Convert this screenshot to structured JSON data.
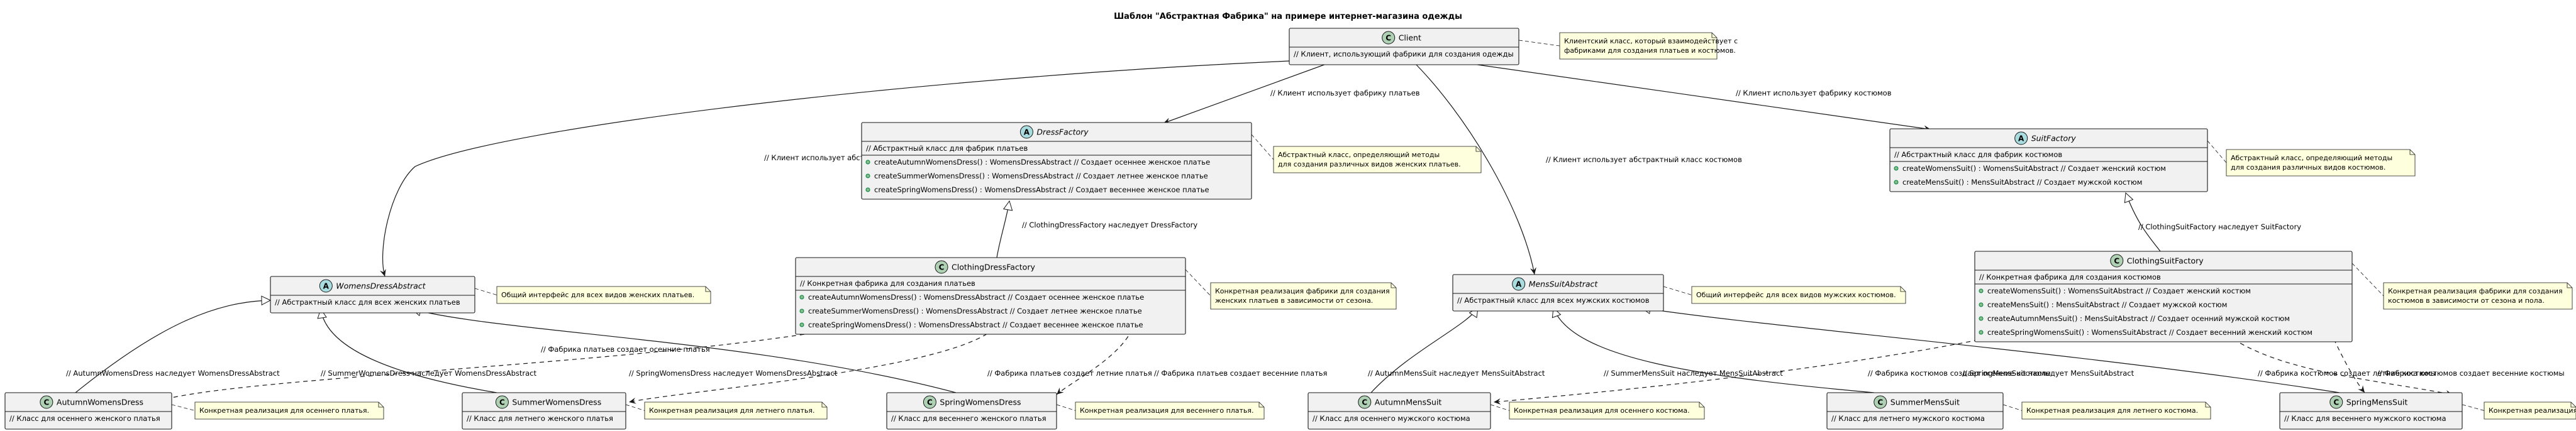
{
  "title": "Шаблон \"Абстрактная Фабрика\" на примере интернет-магазина одежды",
  "classes": {
    "client": {
      "badge": "C",
      "name": "Client",
      "italic": false,
      "comment": "// Клиент, использующий фабрики для создания одежды",
      "methods": []
    },
    "dress_factory": {
      "badge": "A",
      "name": "DressFactory",
      "italic": true,
      "comment": "// Абстрактный класс для фабрик платьев",
      "methods": [
        "createAutumnWomensDress() : WomensDressAbstract  // Создает осеннее женское платье",
        "createSummerWomensDress() : WomensDressAbstract  // Создает летнее женское платье",
        "createSpringWomensDress() : WomensDressAbstract   // Создает весеннее женское платье"
      ]
    },
    "suit_factory": {
      "badge": "A",
      "name": "SuitFactory",
      "italic": true,
      "comment": "// Абстрактный класс для фабрик костюмов",
      "methods": [
        "createWomensSuit() : WomensSuitAbstract           // Создает женский костюм",
        "createMensSuit() : MensSuitAbstract                // Создает мужской костюм"
      ]
    },
    "womens_dress_abstract": {
      "badge": "A",
      "name": "WomensDressAbstract",
      "italic": true,
      "comment": "// Абстрактный класс для всех женских платьев",
      "methods": []
    },
    "clothing_dress_factory": {
      "badge": "C",
      "name": "ClothingDressFactory",
      "italic": false,
      "comment": "// Конкретная фабрика для создания платьев",
      "methods": [
        "createAutumnWomensDress() : WomensDressAbstract   // Создает осеннее женское платье",
        "createSummerWomensDress() : WomensDressAbstract  // Создает летнее женское платье",
        "createSpringWomensDress() : WomensDressAbstract    // Создает весеннее женское платье"
      ]
    },
    "mens_suit_abstract": {
      "badge": "A",
      "name": "MensSuitAbstract",
      "italic": true,
      "comment": "// Абстрактный класс для всех мужских костюмов",
      "methods": []
    },
    "clothing_suit_factory": {
      "badge": "C",
      "name": "ClothingSuitFactory",
      "italic": false,
      "comment": "// Конкретная фабрика для создания костюмов",
      "methods": [
        "createWomensSuit() : WomensSuitAbstract              // Создает женский костюм",
        "createMensSuit() : MensSuitAbstract                   // Создает мужской костюм",
        "createAutumnMensSuit() : MensSuitAbstract          // Создает осенний мужской костюм",
        "createSpringWomensSuit() : WomensSuitAbstract      // Создает весенний женский костюм"
      ]
    },
    "autumn_womens_dress": {
      "badge": "C",
      "name": "AutumnWomensDress",
      "italic": false,
      "comment": "// Класс для осеннего женского платья",
      "methods": []
    },
    "summer_womens_dress": {
      "badge": "C",
      "name": "SummerWomensDress",
      "italic": false,
      "comment": "// Класс для летнего женского платья",
      "methods": []
    },
    "spring_womens_dress": {
      "badge": "C",
      "name": "SpringWomensDress",
      "italic": false,
      "comment": "// Класс для весеннего женского платья",
      "methods": []
    },
    "autumn_mens_suit": {
      "badge": "C",
      "name": "AutumnMensSuit",
      "italic": false,
      "comment": "// Класс для осеннего мужского костюма",
      "methods": []
    },
    "summer_mens_suit": {
      "badge": "C",
      "name": "SummerMensSuit",
      "italic": false,
      "comment": "// Класс для летнего мужского костюма",
      "methods": []
    },
    "spring_mens_suit": {
      "badge": "C",
      "name": "SpringMensSuit",
      "italic": false,
      "comment": "// Класс для весеннего мужского костюма",
      "methods": []
    }
  },
  "notes": {
    "client": [
      "Клиентский класс, который взаимодействует с",
      "фабриками для создания платьев и костюмов."
    ],
    "dress_factory": [
      "Абстрактный класс, определяющий методы",
      "для создания различных видов женских платьев."
    ],
    "suit_factory": [
      "Абстрактный класс, определяющий методы",
      "для создания различных видов костюмов."
    ],
    "womens_dress_abstract": [
      "Общий интерфейс для всех видов женских платьев."
    ],
    "clothing_dress_factory": [
      "Конкретная реализация фабрики для создания",
      "женских платьев в зависимости от сезона."
    ],
    "mens_suit_abstract": [
      "Общий интерфейс для всех видов мужских костюмов."
    ],
    "clothing_suit_factory": [
      "Конкретная реализация фабрики для создания",
      "костюмов в зависимости от сезона и пола."
    ],
    "autumn_womens_dress": [
      "Конкретная реализация для осеннего платья."
    ],
    "summer_womens_dress": [
      "Конкретная реализация для летнего платья."
    ],
    "spring_womens_dress": [
      "Конкретная реализация для весеннего платья."
    ],
    "autumn_mens_suit": [
      "Конкретная реализация для осеннего костюма."
    ],
    "summer_mens_suit": [
      "Конкретная реализация для летнего костюма."
    ],
    "spring_mens_suit": [
      "Конкретная реализация для ве"
    ]
  },
  "relations": {
    "client_dress_factory": "// Клиент использует фабрику платьев",
    "client_suit_factory": "// Клиент использует фабрику костюмов",
    "client_womens_dress": "// Клиент использует абстрактный класс платьев",
    "client_mens_suit": "// Клиент использует абстрактный класс костюмов",
    "cdf_extends_df": "// ClothingDressFactory наследует DressFactory",
    "csf_extends_sf": "// ClothingSuitFactory наследует SuitFactory",
    "awd_extends": "// AutumnWomensDress наследует WomensDressAbstract",
    "swd_extends": "// SummerWomensDress наследует WomensDressAbstract",
    "spwd_extends": "// SpringWomensDress наследует WomensDressAbstract",
    "cdf_creates_autumn": "// Фабрика платьев создает осенние платья",
    "cdf_creates_summer": "// Фабрика платьев создает летние платья",
    "cdf_creates_spring": "// Фабрика платьев создает весенние платья",
    "ams_extends": "// AutumnMensSuit наследует MensSuitAbstract",
    "sms_extends": "// SummerMensSuit наследует MensSuitAbstract",
    "spms_extends": "// SpringMensSuit наследует MensSuitAbstract",
    "csf_creates_autumn": "// Фабрика костюмов создает осенние костюмы",
    "csf_creates_summer": "// Фабрика костюмов создает летние костюмы",
    "csf_creates_spring": "// Фабрика костюмов создает весенние костюмы"
  },
  "colors": {
    "class_fill": "#f1f1f1",
    "class_border": "#181818",
    "badge_class": "#add1b2",
    "badge_abstract": "#a9dcdf",
    "note_fill": "#feffdd",
    "note_border": "#181818",
    "line": "#181818",
    "text": "#000000"
  }
}
